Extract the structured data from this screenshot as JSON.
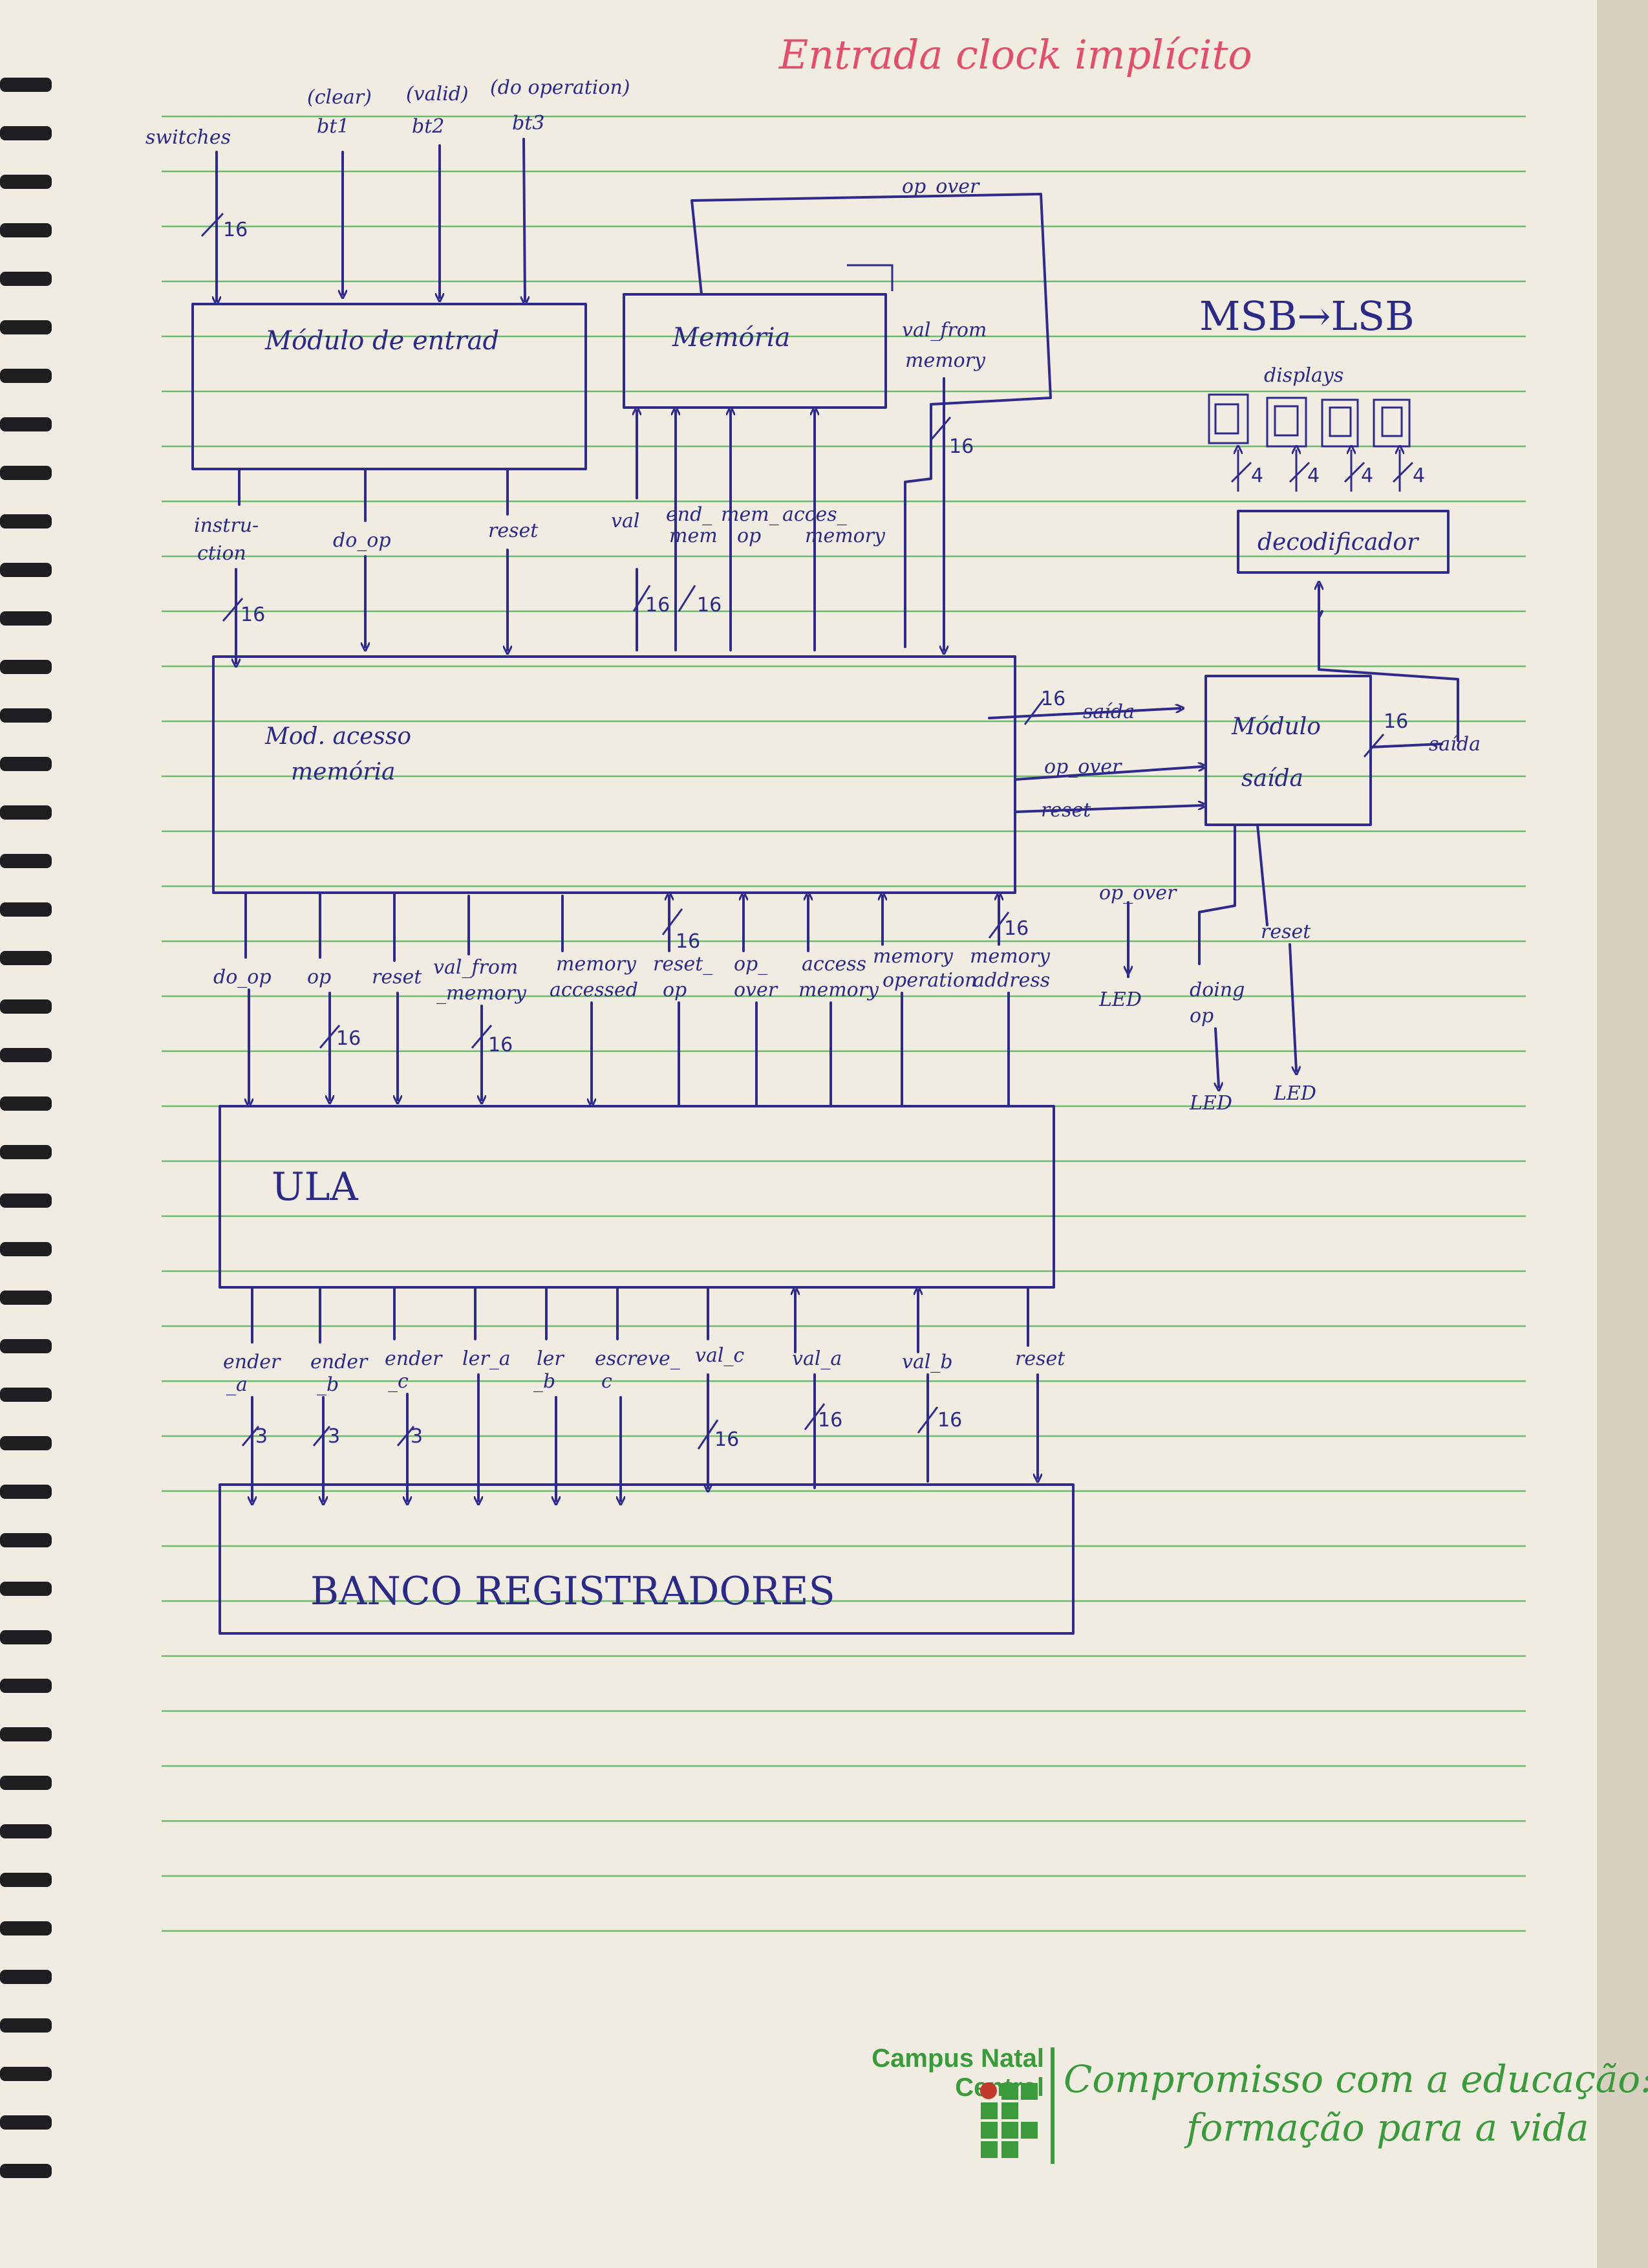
{
  "note": "Entrada clock implícito",
  "inputs": {
    "switches": "switches",
    "bt1": "bt1",
    "bt1_tag": "(clear)",
    "bt2": "bt2",
    "bt2_tag": "(valid)",
    "bt3": "bt3",
    "bt3_tag": "(do operation)",
    "switches_width": "16"
  },
  "blocks": {
    "entrada": "Módulo de entrad",
    "memoria": "Memória",
    "acesso_l1": "Mod. acesso",
    "acesso_l2": "memória",
    "saida_l1": "Módulo",
    "saida_l2": "saída",
    "decodificador": "decodificador",
    "ula": "ULA",
    "banco": "BANCO REGISTRADORES"
  },
  "display": {
    "msb_lsb": "MSB→LSB",
    "displays": "displays",
    "digit_width": "4"
  },
  "signals": {
    "op_over_top": "op_over",
    "val_from_memory_l1": "val_from",
    "val_from_memory_l2": "memory",
    "w16": "16",
    "instruction_l1": "instru-",
    "instruction_l2": "ction",
    "do_op": "do_op",
    "reset": "reset",
    "val": "val",
    "end_mem_l1": "end_",
    "end_mem_l2": "mem",
    "mem_op_l1": "mem_",
    "mem_op_l2": "op",
    "acces_memory_l1": "acces_",
    "acces_memory_l2": "memory",
    "saida": "saída",
    "op_over": "op_over",
    "saida_out": "saída",
    "op_over_led": "op_over",
    "led": "LED",
    "doing_op_l1": "doing",
    "doing_op_l2": "op",
    "ula_in": {
      "do_op": "do_op",
      "op": "op",
      "reset": "reset",
      "val_from_l1": "val_from",
      "val_from_l2": "_memory",
      "memory_accessed_l1": "memory",
      "memory_accessed_l2": "accessed",
      "reset_op_l1": "reset_",
      "reset_op_l2": "op",
      "op_over_l1": "op_",
      "op_over_l2": "over",
      "access_memory_l1": "access",
      "access_memory_l2": "memory",
      "memory_operation_l1": "memory",
      "memory_operation_l2": "operation",
      "memory_address_l1": "memory",
      "memory_address_l2": "address"
    },
    "banco_in": {
      "ender_a_l1": "ender",
      "ender_a_l2": "_a",
      "ender_b_l1": "ender",
      "ender_b_l2": "_b",
      "ender_c_l1": "ender",
      "ender_c_l2": "_c",
      "ler_a": "ler_a",
      "ler_b_l1": "ler",
      "ler_b_l2": "_b",
      "escreve_c_l1": "escreve_",
      "escreve_c_l2": "c",
      "val_c": "val_c",
      "val_a": "val_a",
      "val_b": "val_b",
      "reset": "reset",
      "w3": "3"
    }
  },
  "footer": {
    "campus": "Campus Natal Central",
    "slogan_l1": "Compromisso com a educação:",
    "slogan_l2": "formação para a vida"
  },
  "colors": {
    "ink": "#2e2b8c",
    "rule": "#6fb96a",
    "clock_note": "#e0506a",
    "brand": "#3a9a3c"
  }
}
